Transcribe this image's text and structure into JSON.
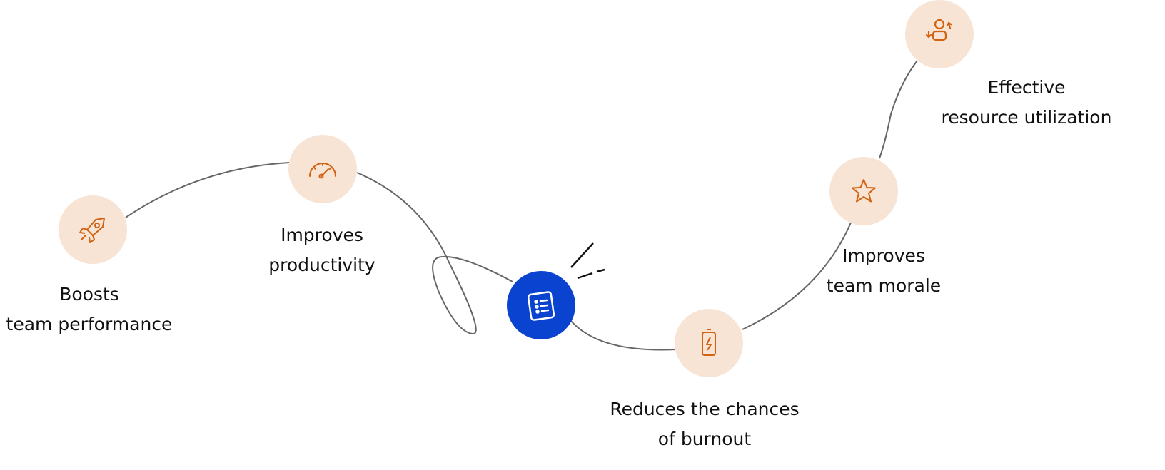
{
  "colors": {
    "node_fill": "#f7e4d5",
    "icon": "#d3610f",
    "center": "#0a43d0",
    "line": "#666666"
  },
  "nodes": [
    {
      "icon": "rocket-icon",
      "lines": [
        "Boosts",
        "team performance"
      ]
    },
    {
      "icon": "speedometer-icon",
      "lines": [
        "Improves",
        "productivity"
      ]
    },
    {
      "icon": "checklist-icon",
      "lines": []
    },
    {
      "icon": "battery-charging-icon",
      "lines": [
        "Reduces the chances",
        "of burnout"
      ]
    },
    {
      "icon": "star-icon",
      "lines": [
        "Improves",
        "team morale"
      ]
    },
    {
      "icon": "user-rotate-icon",
      "lines": [
        "Effective",
        "resource utilization"
      ]
    }
  ]
}
